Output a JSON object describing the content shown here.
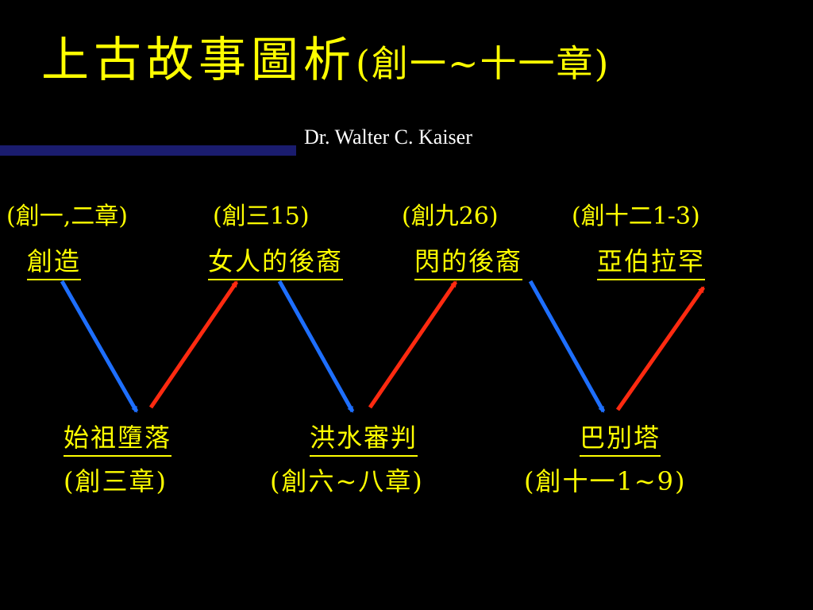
{
  "title": {
    "main": "上古故事圖析",
    "sub": "(創一~十一章)"
  },
  "author": "Dr. Walter C. Kaiser",
  "colors": {
    "background": "#000000",
    "text": "#ffff00",
    "down_arrow": "#1e6fff",
    "up_arrow": "#ff2a10",
    "title_bar": "#1a1c6e"
  },
  "upper": {
    "refs": [
      "(創一,二章)",
      "(創三15)",
      "(創九26)",
      "(創十二1-3)"
    ],
    "nodes": [
      "創造",
      "女人的後裔",
      "閃的後裔",
      "亞伯拉罕"
    ]
  },
  "lower": {
    "nodes": [
      "始祖墮落",
      "洪水審判",
      "巴別塔"
    ],
    "refs": [
      "(創三章)",
      "(創六~八章)",
      "(創十一1~9)"
    ]
  }
}
